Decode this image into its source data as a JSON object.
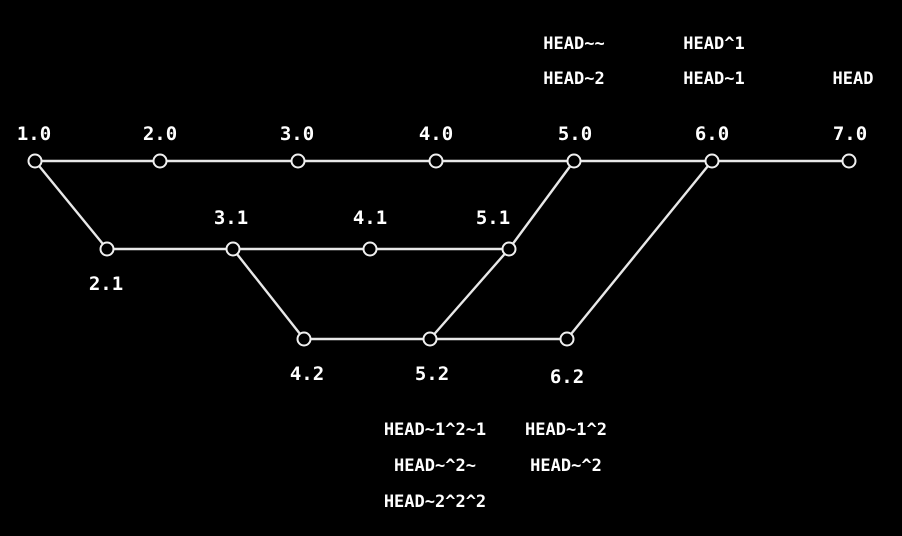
{
  "colors": {
    "background": "#000000",
    "line": "#e8e8e8",
    "text": "#ffffff"
  },
  "commits": [
    {
      "id": "1.0",
      "label": "1.0"
    },
    {
      "id": "2.0",
      "label": "2.0"
    },
    {
      "id": "3.0",
      "label": "3.0"
    },
    {
      "id": "4.0",
      "label": "4.0"
    },
    {
      "id": "5.0",
      "label": "5.0"
    },
    {
      "id": "6.0",
      "label": "6.0"
    },
    {
      "id": "7.0",
      "label": "7.0"
    },
    {
      "id": "2.1",
      "label": "2.1"
    },
    {
      "id": "3.1",
      "label": "3.1"
    },
    {
      "id": "4.1",
      "label": "4.1"
    },
    {
      "id": "5.1",
      "label": "5.1"
    },
    {
      "id": "4.2",
      "label": "4.2"
    },
    {
      "id": "5.2",
      "label": "5.2"
    },
    {
      "id": "6.2",
      "label": "6.2"
    }
  ],
  "edges": [
    [
      "1.0",
      "2.0"
    ],
    [
      "2.0",
      "3.0"
    ],
    [
      "3.0",
      "4.0"
    ],
    [
      "4.0",
      "5.0"
    ],
    [
      "5.0",
      "6.0"
    ],
    [
      "6.0",
      "7.0"
    ],
    [
      "1.0",
      "2.1"
    ],
    [
      "2.1",
      "3.1"
    ],
    [
      "3.1",
      "4.1"
    ],
    [
      "4.1",
      "5.1"
    ],
    [
      "5.1",
      "5.0"
    ],
    [
      "3.1",
      "4.2"
    ],
    [
      "4.2",
      "5.2"
    ],
    [
      "5.2",
      "6.2"
    ],
    [
      "5.2",
      "5.1"
    ],
    [
      "6.2",
      "6.0"
    ]
  ],
  "refs": [
    {
      "commit": "5.0",
      "lines": [
        "HEAD~~",
        "HEAD~2"
      ]
    },
    {
      "commit": "6.0",
      "lines": [
        "HEAD^1",
        "HEAD~1"
      ]
    },
    {
      "commit": "7.0",
      "lines": [
        "HEAD"
      ]
    },
    {
      "commit": "5.2",
      "lines": [
        "HEAD~1^2~1",
        "HEAD~^2~",
        "HEAD~2^2^2"
      ]
    },
    {
      "commit": "6.2",
      "lines": [
        "HEAD~1^2",
        "HEAD~^2"
      ]
    }
  ]
}
